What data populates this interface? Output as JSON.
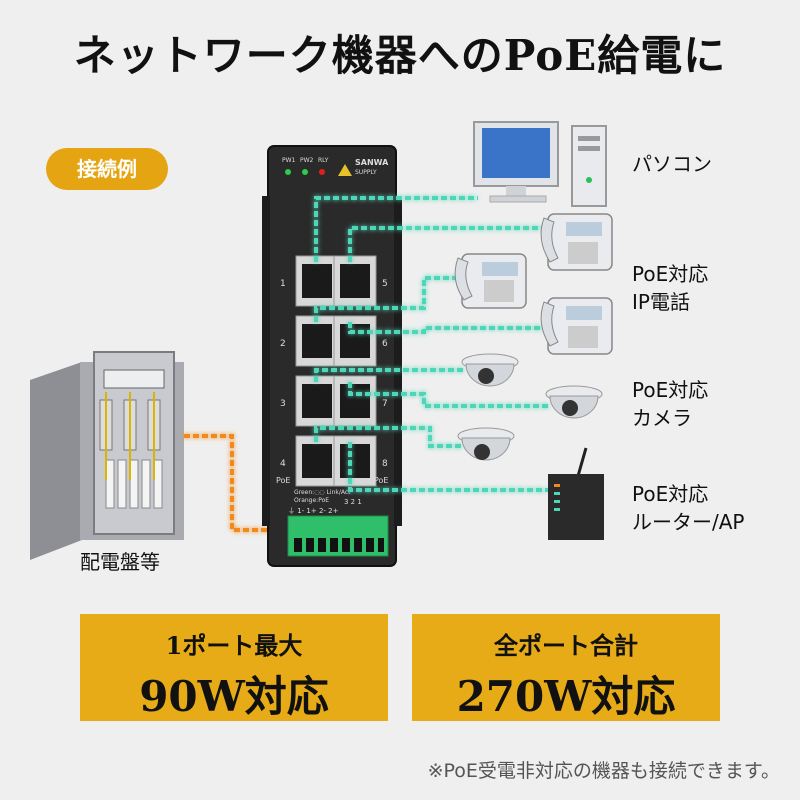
{
  "title": "ネットワーク機器へのPoE給電に",
  "badge": "接続例",
  "switch": {
    "brand_line1": "SANWA",
    "brand_line2": "SUPPLY",
    "led_pw1": "PW1",
    "led_pw2": "PW2",
    "led_rly": "RLY",
    "port_nums": [
      "1",
      "5",
      "2",
      "6",
      "3",
      "7",
      "4",
      "8"
    ],
    "poe_left": "PoE",
    "poe_right": "PoE",
    "legend_line1": "Green:◌◌ Link/Act",
    "legend_line2": "Orange:PoE",
    "terminal_top": "3  2  1",
    "terminal_bottom": "⏚ 1- 1+ 2- 2+"
  },
  "labels": {
    "pc": "パソコン",
    "phone_l1": "PoE対応",
    "phone_l2": "IP電話",
    "camera_l1": "PoE対応",
    "camera_l2": "カメラ",
    "router_l1": "PoE対応",
    "router_l2": "ルーター/AP",
    "panel": "配電盤等"
  },
  "boxes": [
    {
      "line1": "1ポート最大",
      "line2": "90W対応"
    },
    {
      "line1": "全ポート合計",
      "line2": "270W対応"
    }
  ],
  "note": "※PoE受電非対応の機器も接続できます。",
  "colors": {
    "accent": "#e6ab17",
    "cable_data": "#4fd6b8",
    "cable_power": "#f08a1e",
    "switch": "#2c2c2c"
  }
}
